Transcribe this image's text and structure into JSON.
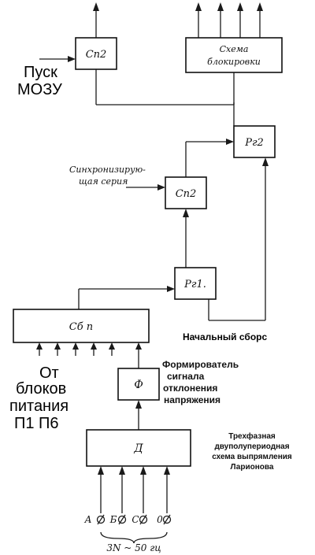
{
  "blocks": {
    "sp2_top": "Сп2",
    "blocking_line1": "Схема",
    "blocking_line2": "блокировки",
    "rg2": "Рг2",
    "sp2_mid": "Сп2",
    "rg1": "Рг1.",
    "sbp": "Сб п",
    "f": "Ф",
    "d": "Д"
  },
  "labels": {
    "pusk_line1": "Пуск",
    "pusk_line2": "МОЗУ",
    "sync_line1": "Синхронизирую-",
    "sync_line2": "щая серия",
    "reset": "Начальный сборс",
    "from_blocks_line1": "От",
    "from_blocks_line2": "блоков",
    "from_blocks_line3": "питания",
    "from_blocks_line4": "П1  П6",
    "former_line1": "Формирователь",
    "former_line2": "сигнала",
    "former_line3": "отклонения",
    "former_line4": "напряжения",
    "rectifier_line1": "Трехфазная",
    "rectifier_line2": "двуполупериодная",
    "rectifier_line3": "схема выпрямления",
    "rectifier_line4": "Ларионова",
    "phase_a": "А",
    "phase_b": "Б",
    "phase_c": "С",
    "phase_0": "0",
    "supply": "3N ~ 50 гц"
  }
}
